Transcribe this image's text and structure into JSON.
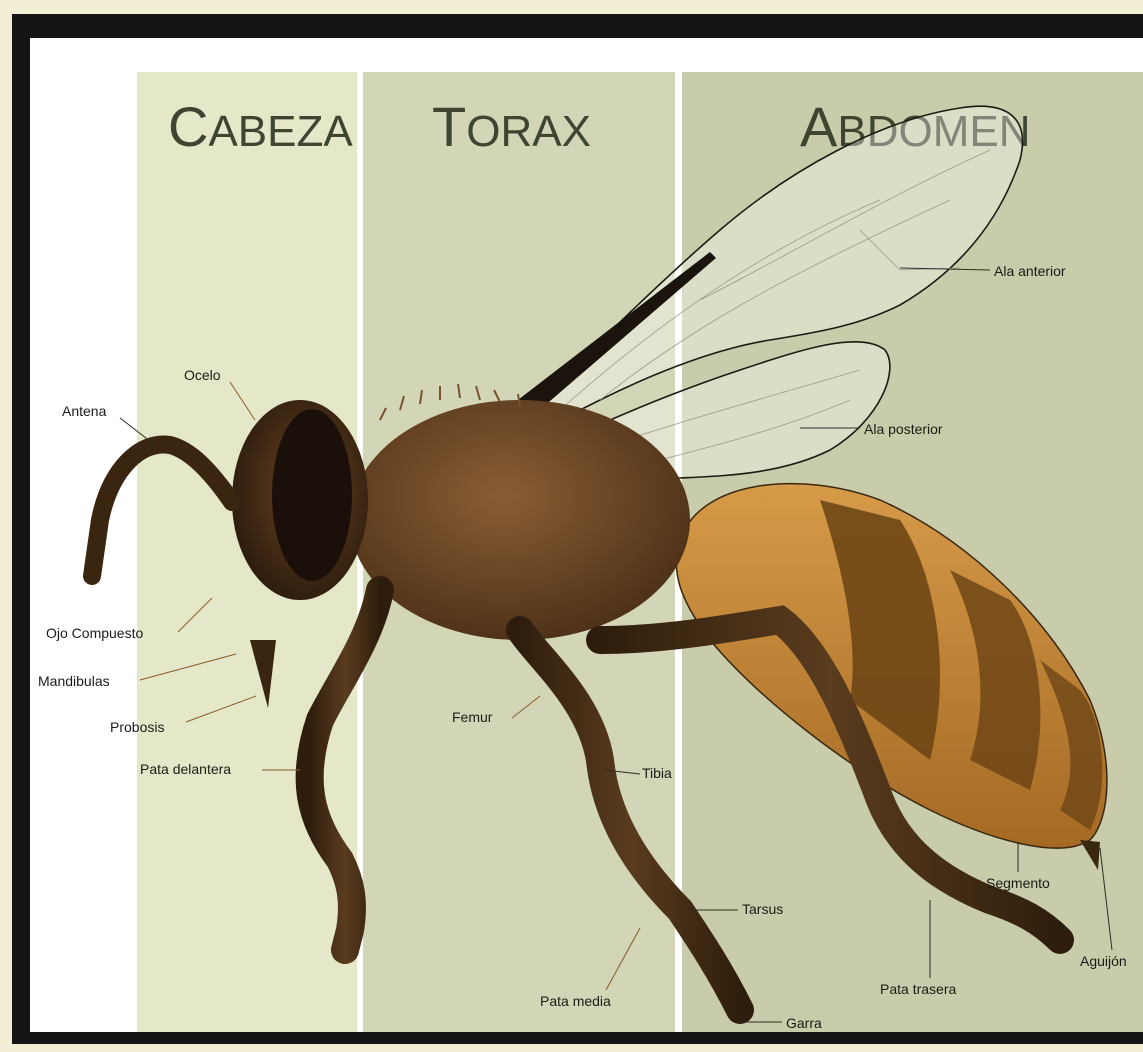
{
  "sections": {
    "head": {
      "cap": "C",
      "rest": "ABEZA"
    },
    "thorax": {
      "cap": "T",
      "rest": "ORAX"
    },
    "abdomen": {
      "cap": "A",
      "rest": "BDOMEN"
    }
  },
  "labels": {
    "antenna": "Antena",
    "ocellus": "Ocelo",
    "compound_eye": "Ojo Compuesto",
    "mandibles": "Mandibulas",
    "proboscis": "Probosis",
    "front_leg": "Pata delantera",
    "femur": "Femur",
    "tibia": "Tibia",
    "tarsus": "Tarsus",
    "middle_leg": "Pata media",
    "claw": "Garra",
    "hind_leg": "Pata trasera",
    "segment": "Segmento",
    "stinger": "Aguijón",
    "forewing": "Ala anterior",
    "hindwing": "Ala posterior"
  },
  "colors": {
    "background": "#f2efd6",
    "frame": "#111111",
    "head_band": "#e4e8c8",
    "thorax_band": "#d3d6b6",
    "abdomen_band": "#c8ccaa",
    "body_brown": "#4a3218",
    "hair_brown": "#7a5230",
    "abdomen_light": "#c98d3e",
    "abdomen_dark": "#6e4616"
  }
}
